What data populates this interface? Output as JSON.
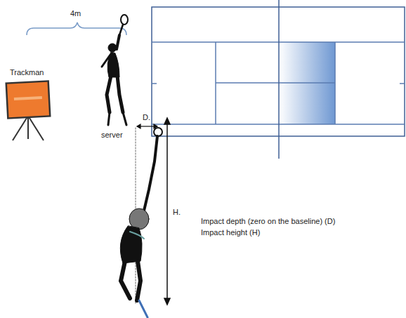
{
  "diagram": {
    "labels": [
      "4m",
      "Trackman",
      "server",
      "D.",
      "H.",
      "Impact depth (zero on the baseline) (D)",
      "Impact height (H)"
    ]
  }
}
